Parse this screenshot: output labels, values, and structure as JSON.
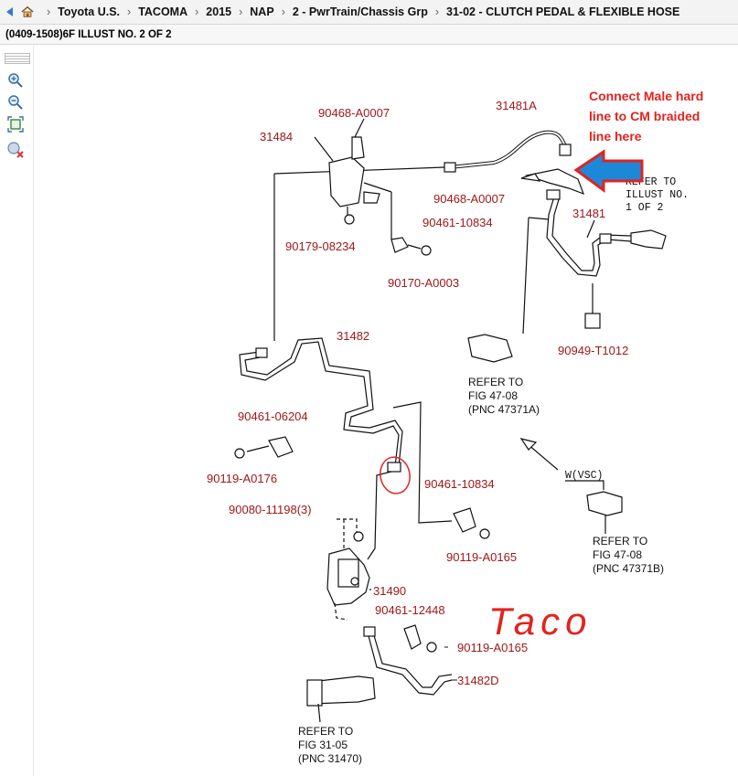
{
  "breadcrumb": {
    "items": [
      "Toyota U.S.",
      "TACOMA",
      "2015",
      "NAP",
      "2 - PwrTrain/Chassis Grp",
      "31-02 - CLUTCH PEDAL & FLEXIBLE HOSE"
    ]
  },
  "subtitle": "(0409-1508)6F ILLUST NO. 2 OF 2",
  "tools": [
    "zoom-in-icon",
    "zoom-out-icon",
    "fit-screen-icon",
    "clear-highlight-icon"
  ],
  "diagram": {
    "part_numbers": {
      "p31481A": "31481A",
      "p31484": "31484",
      "p90468a": "90468-A0007",
      "p90468b": "90468-A0007",
      "p31481": "31481",
      "p90461_10834a": "90461-10834",
      "p90179": "90179-08234",
      "p90170": "90170-A0003",
      "p31482": "31482",
      "p90949": "90949-T1012",
      "p90461_06204": "90461-06204",
      "p90119_a0176": "90119-A0176",
      "p90461_10834b": "90461-10834",
      "p90080": "90080-11198(3)",
      "p90119_a0165a": "90119-A0165",
      "p31490": "31490",
      "p90461_12448": "90461-12448",
      "p90119_a0165b": "90119-A0165",
      "p31482D": "31482D"
    },
    "refer_1": [
      "REFER TO",
      "ILLUST NO.",
      "1 OF 2"
    ],
    "refer_47371a": [
      "REFER TO",
      "FIG 47-08",
      "(PNC 47371A)"
    ],
    "vsc_label": "W(VSC)",
    "refer_47371b": [
      "REFER TO",
      "FIG 47-08",
      "(PNC 47371B)"
    ],
    "refer_31470": [
      "REFER TO",
      "FIG 31-05",
      "(PNC 31470)"
    ]
  },
  "annotations": {
    "note_lines": [
      "Connect Male hard",
      "line to CM braided",
      "line here"
    ],
    "handwritten": "Taco",
    "colors": {
      "note": "#e0241f",
      "part_number": "#a01818",
      "arrow_fill": "#1e88d8"
    }
  }
}
